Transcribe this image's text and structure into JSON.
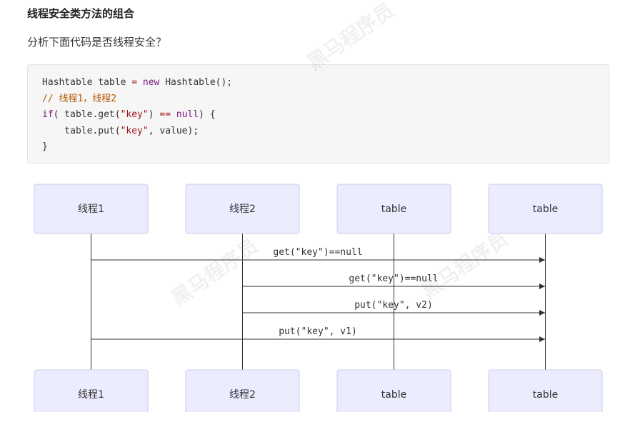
{
  "heading": "线程安全类方法的组合",
  "question": "分析下面代码是否线程安全？",
  "code": {
    "line1": {
      "a": "Hashtable table ",
      "eq": "=",
      "b": " ",
      "new": "new",
      "c": " Hashtable();"
    },
    "line2": "// 线程1，线程2",
    "line3": {
      "if": "if",
      "a": "( table.get(",
      "key": "\"key\"",
      "b": ") ",
      "eqeq": "==",
      "c": " ",
      "null": "null",
      "d": ") {"
    },
    "line4": {
      "a": "    table.put(",
      "key": "\"key\"",
      "b": ", value);"
    },
    "line5": "}"
  },
  "diagram": {
    "actors_top": [
      "线程1",
      "线程2",
      "table",
      "table"
    ],
    "actors_bottom": [
      "线程1",
      "线程2",
      "table",
      "table"
    ],
    "messages": [
      "get(\"key\")==null",
      "get(\"key\")==null",
      "put(\"key\", v2)",
      "put(\"key\", v1)"
    ],
    "colors": {
      "actor_fill": "#ececff",
      "actor_border": "#ccccee",
      "line": "#333333"
    }
  },
  "watermark": {
    "text": "黑马程序员",
    "url": "www.itheima.com"
  }
}
